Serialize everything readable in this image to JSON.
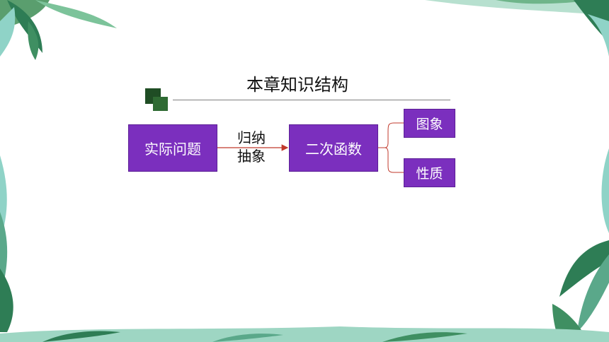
{
  "slide": {
    "title": "本章知识结构"
  },
  "diagram": {
    "nodes": {
      "real_problem": "实际问题",
      "quadratic_function": "二次函数",
      "graph": "图象",
      "properties": "性质"
    },
    "arrow_label_line1": "归纳",
    "arrow_label_line2": "抽象"
  },
  "colors": {
    "box_fill": "#7b2fbe",
    "arrow": "#c0392b",
    "title_mark": "#1f4d24",
    "leaf_light": "#8fd3c7",
    "leaf_dark": "#2e7d55"
  }
}
